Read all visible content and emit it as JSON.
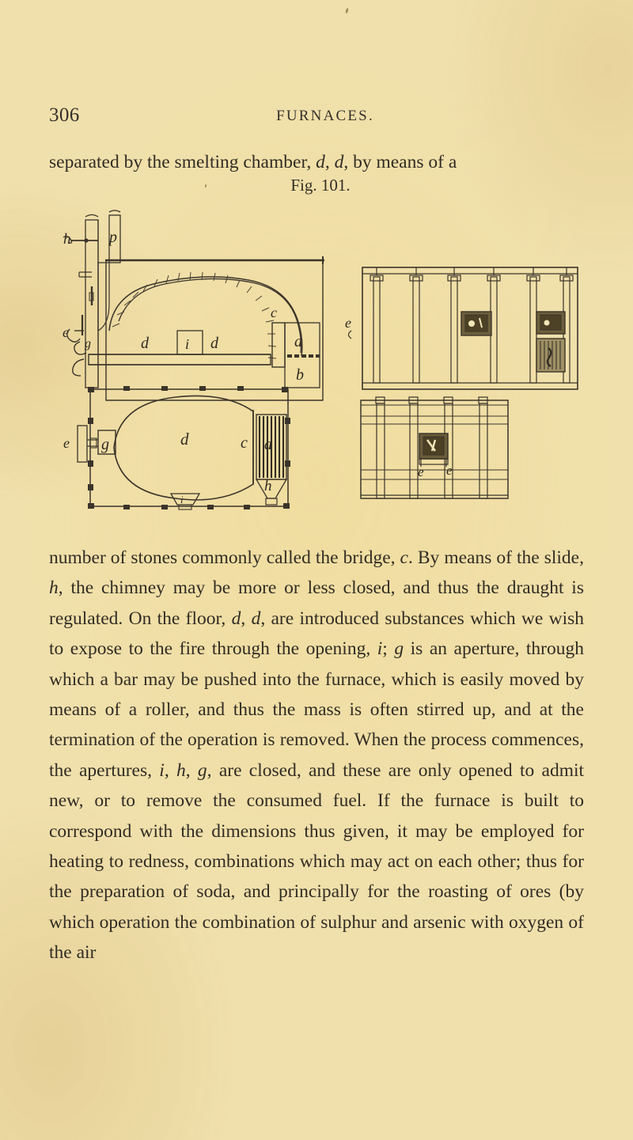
{
  "page": {
    "folio": "306",
    "running_head": "FURNACES.",
    "background_color": "#f0e0ac",
    "ink_color": "#312c24"
  },
  "lead_paragraph": {
    "before": "separated by the smelting chamber, ",
    "label_1": "d",
    "mid": ", ",
    "label_2": "d",
    "after": ", by means of a"
  },
  "figure": {
    "caption": "Fig. 101.",
    "subfigures": [
      {
        "name": "longitudinal-section",
        "labels": [
          "h",
          "p",
          "e",
          "g",
          "d",
          "i",
          "d",
          "c",
          "a",
          "b"
        ]
      },
      {
        "name": "front-elevation-upper",
        "labels": [
          "e"
        ]
      },
      {
        "name": "ground-plan",
        "labels": [
          "e",
          "g",
          "d",
          "c",
          "a",
          "h",
          "i"
        ]
      },
      {
        "name": "end-elevation-lower",
        "labels": [
          "e",
          "e"
        ]
      }
    ],
    "label_h": "h",
    "label_p": "p",
    "label_e": "e",
    "label_g": "g",
    "label_d": "d",
    "label_i": "i",
    "label_c": "c",
    "label_a": "a",
    "label_b": "b"
  },
  "body": {
    "paragraph_runs": [
      {
        "t": "number of stones commonly called the bridge, "
      },
      {
        "t": "c",
        "i": true
      },
      {
        "t": ". By means of the slide, "
      },
      {
        "t": "h",
        "i": true
      },
      {
        "t": ", the chimney may be more or less closed, and thus the draught is regulated. On the floor, "
      },
      {
        "t": "d",
        "i": true
      },
      {
        "t": ", "
      },
      {
        "t": "d",
        "i": true
      },
      {
        "t": ", are introduced substances which we wish to expose to the fire through the opening, "
      },
      {
        "t": "i",
        "i": true
      },
      {
        "t": "; "
      },
      {
        "t": "g",
        "i": true
      },
      {
        "t": " is an aperture, through which a bar may be pushed into the furnace, which is easily moved by means of a roller, and thus the mass is often stirred up, and at the termination of the operation is removed. When the process commences, the apertures, "
      },
      {
        "t": "i",
        "i": true
      },
      {
        "t": ", "
      },
      {
        "t": "h",
        "i": true
      },
      {
        "t": ", "
      },
      {
        "t": "g",
        "i": true
      },
      {
        "t": ", are closed, and these are only opened to admit new, or to remove the consumed fuel. If the furnace is built to correspond with the dimensions thus given, it may be employed for heating to redness, combinations which may act on each other; thus for the preparation of soda, and principally for the roasting of ores (by which operation the combination of sulphur and arsenic with oxygen of the air"
      }
    ],
    "plain_text": "number of stones commonly called the bridge, c. By means of the slide, h, the chimney may be more or less closed, and thus the draught is regulated. On the floor, d, d, are introduced substances which we wish to expose to the fire through the opening, i; g is an aperture, through which a bar may be pushed into the furnace, which is easily moved by means of a roller, and thus the mass is often stirred up, and at the termination of the operation is removed. When the process commences, the apertures, i, h, g, are closed, and these are only opened to admit new, or to remove the consumed fuel. If the furnace is built to correspond with the dimensions thus given, it may be employed for heating to redness, combinations which may act on each other; thus for the preparation of soda, and principally for the roasting of ores (by which operation the combination of sulphur and arsenic with oxygen of the air"
  }
}
